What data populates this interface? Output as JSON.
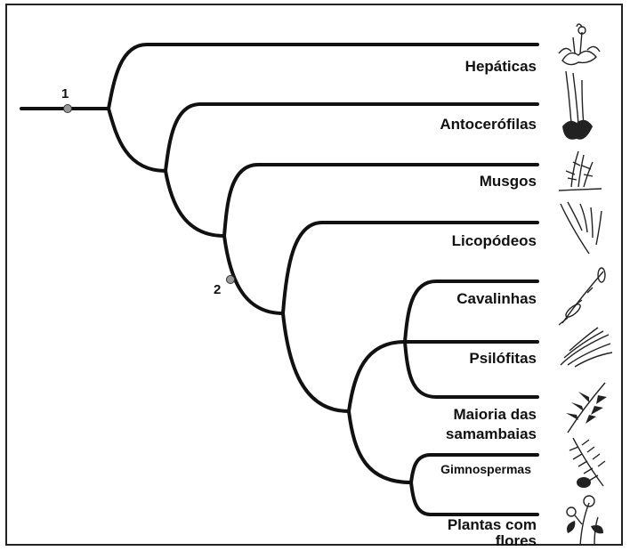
{
  "taxa": [
    {
      "name": "Hepáticas",
      "lines": [
        "Hepáticas"
      ]
    },
    {
      "name": "Antocerófilas",
      "lines": [
        "Antocerófilas"
      ]
    },
    {
      "name": "Musgos",
      "lines": [
        "Musgos"
      ]
    },
    {
      "name": "Licopódeos",
      "lines": [
        "Licopódeos"
      ]
    },
    {
      "name": "Cavalinhas",
      "lines": [
        "Cavalinhas"
      ]
    },
    {
      "name": "Psilófitas",
      "lines": [
        "Psilófitas"
      ]
    },
    {
      "name": "Maioria das samambaias",
      "lines": [
        "Maioria das",
        "samambaias"
      ]
    },
    {
      "name": "Gimnospermas",
      "lines": [
        "Gimnospermas"
      ]
    },
    {
      "name": "Plantas com flores",
      "lines": [
        "Plantas com",
        "flores"
      ]
    }
  ],
  "nodes": [
    {
      "label": "1"
    },
    {
      "label": "2"
    }
  ],
  "icons": [
    "liverwort-icon",
    "hornwort-icon",
    "moss-icon",
    "clubmoss-icon",
    "horsetail-icon",
    "psilotum-icon",
    "fern-icon",
    "conifer-icon",
    "flower-icon"
  ],
  "colors": {
    "line": "#111111",
    "node": "#9a9a9a",
    "background": "#ffffff"
  }
}
